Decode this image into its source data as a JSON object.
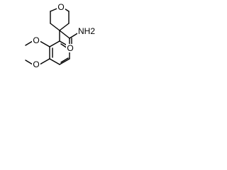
{
  "molecule": {
    "atoms": {
      "ring_oxygen": "O",
      "carbonyl_oxygen": "O",
      "amide_nitrogen": "NH2",
      "methoxy_oxygen_1": "O",
      "methoxy_oxygen_2": "O"
    }
  },
  "colors": {
    "bond": "#000000",
    "background": "#ffffff"
  }
}
